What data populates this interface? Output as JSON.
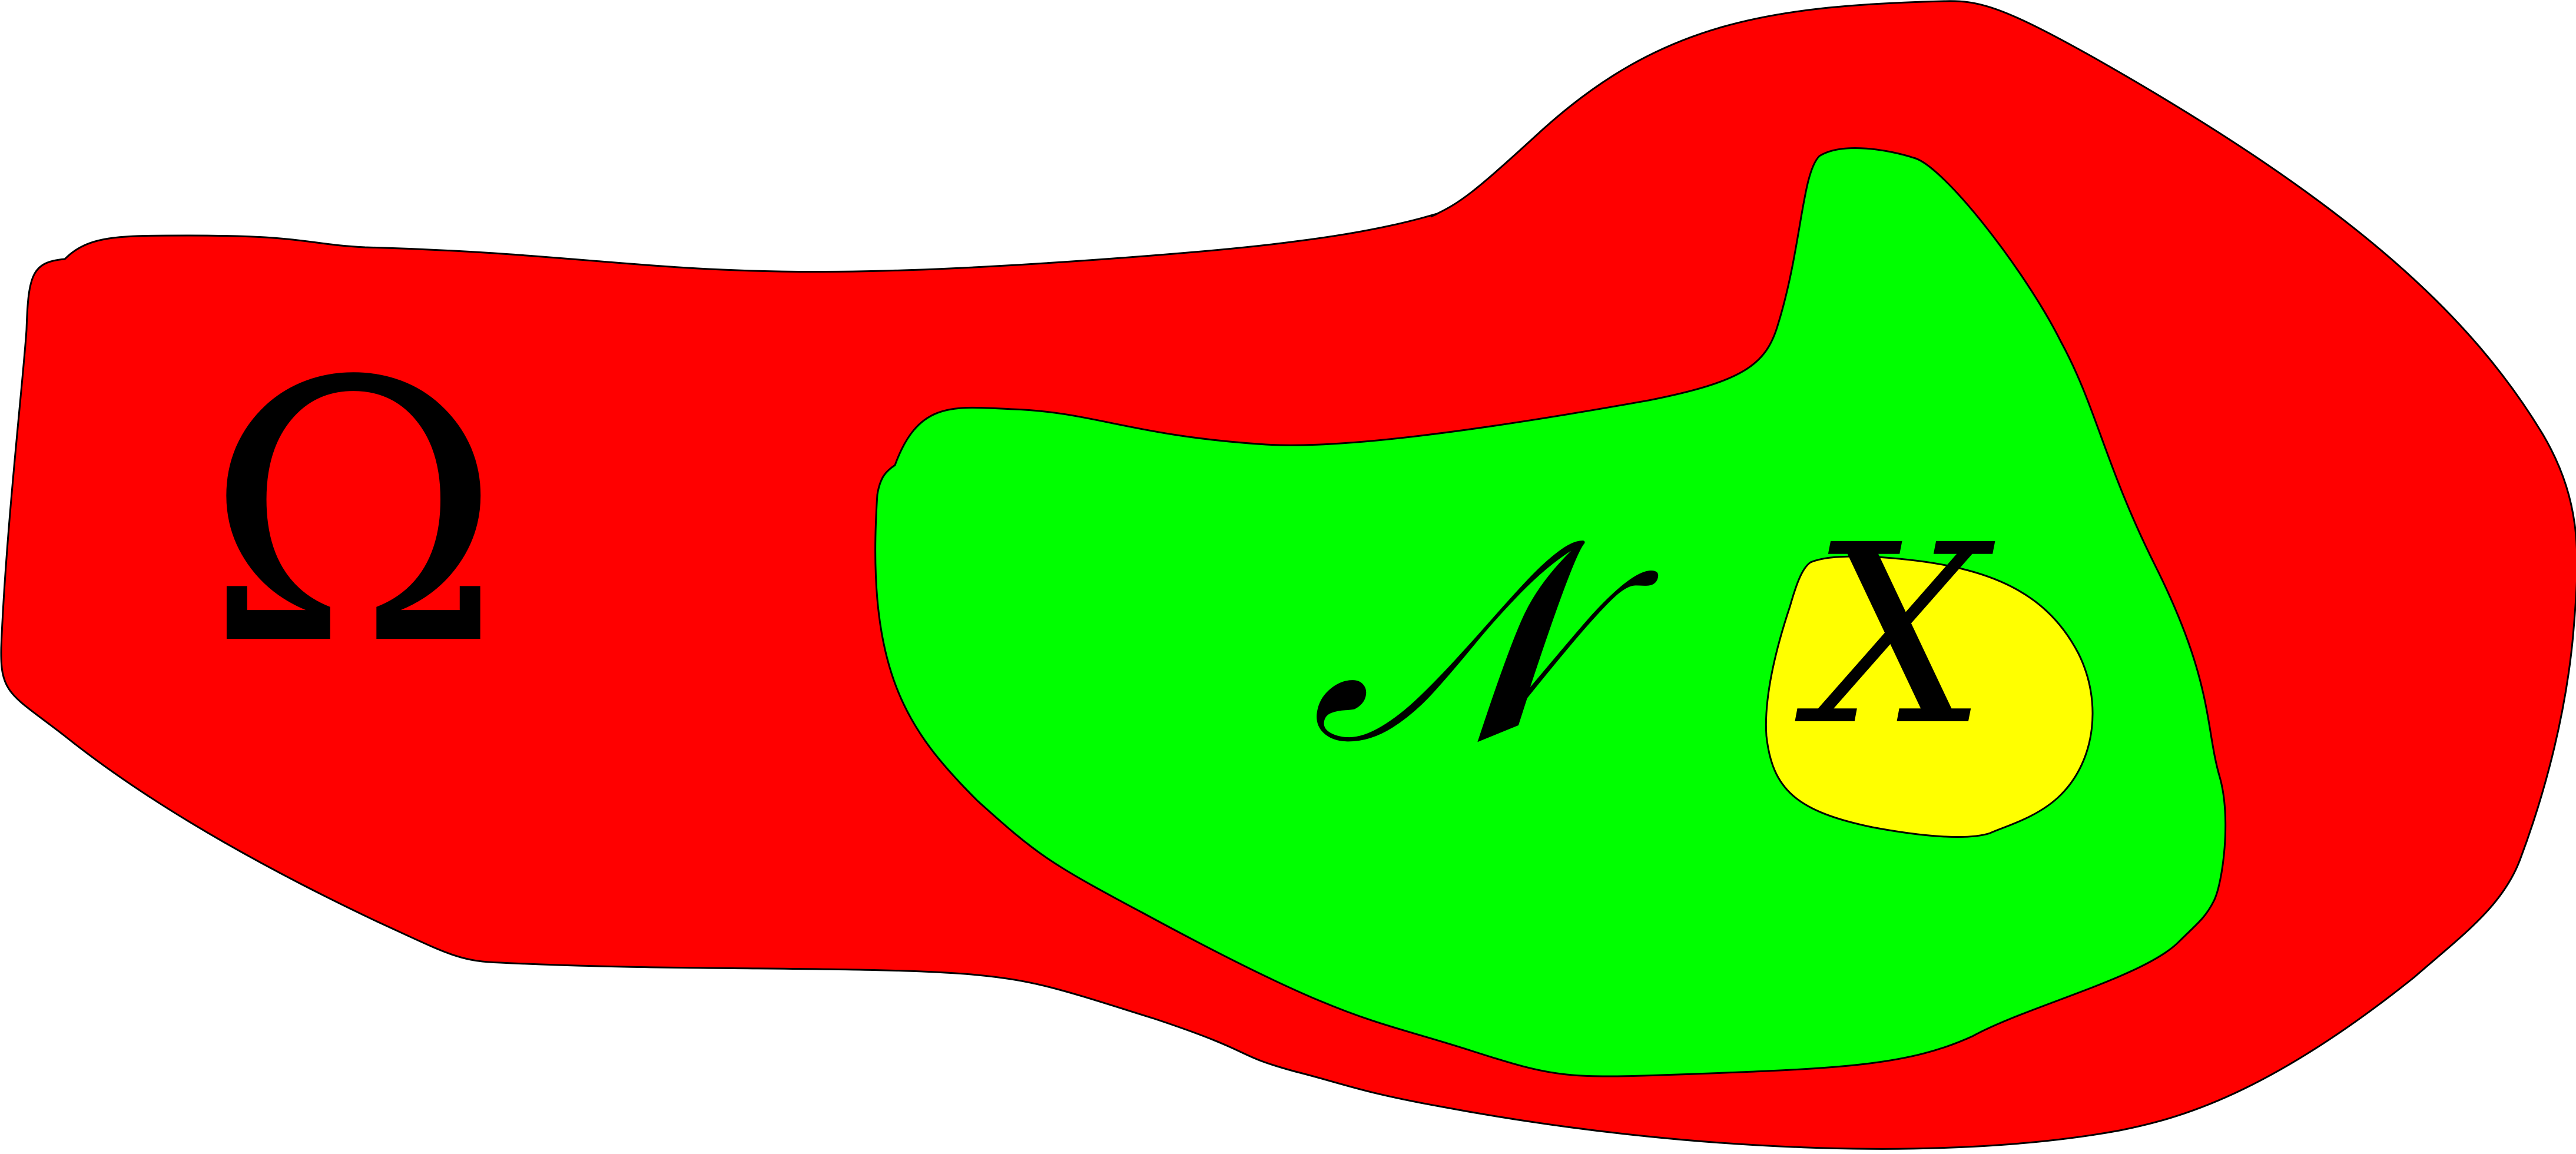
{
  "diagram": {
    "regions": [
      {
        "id": "omega",
        "label": "Ω",
        "fill_color": "#FF0000",
        "stroke_color": "#000000"
      },
      {
        "id": "n",
        "label": "𝒩",
        "fill_color": "#00FF00",
        "stroke_color": "#000000"
      },
      {
        "id": "x",
        "label": "X",
        "fill_color": "#FFFF00",
        "stroke_color": "#000000"
      }
    ]
  }
}
